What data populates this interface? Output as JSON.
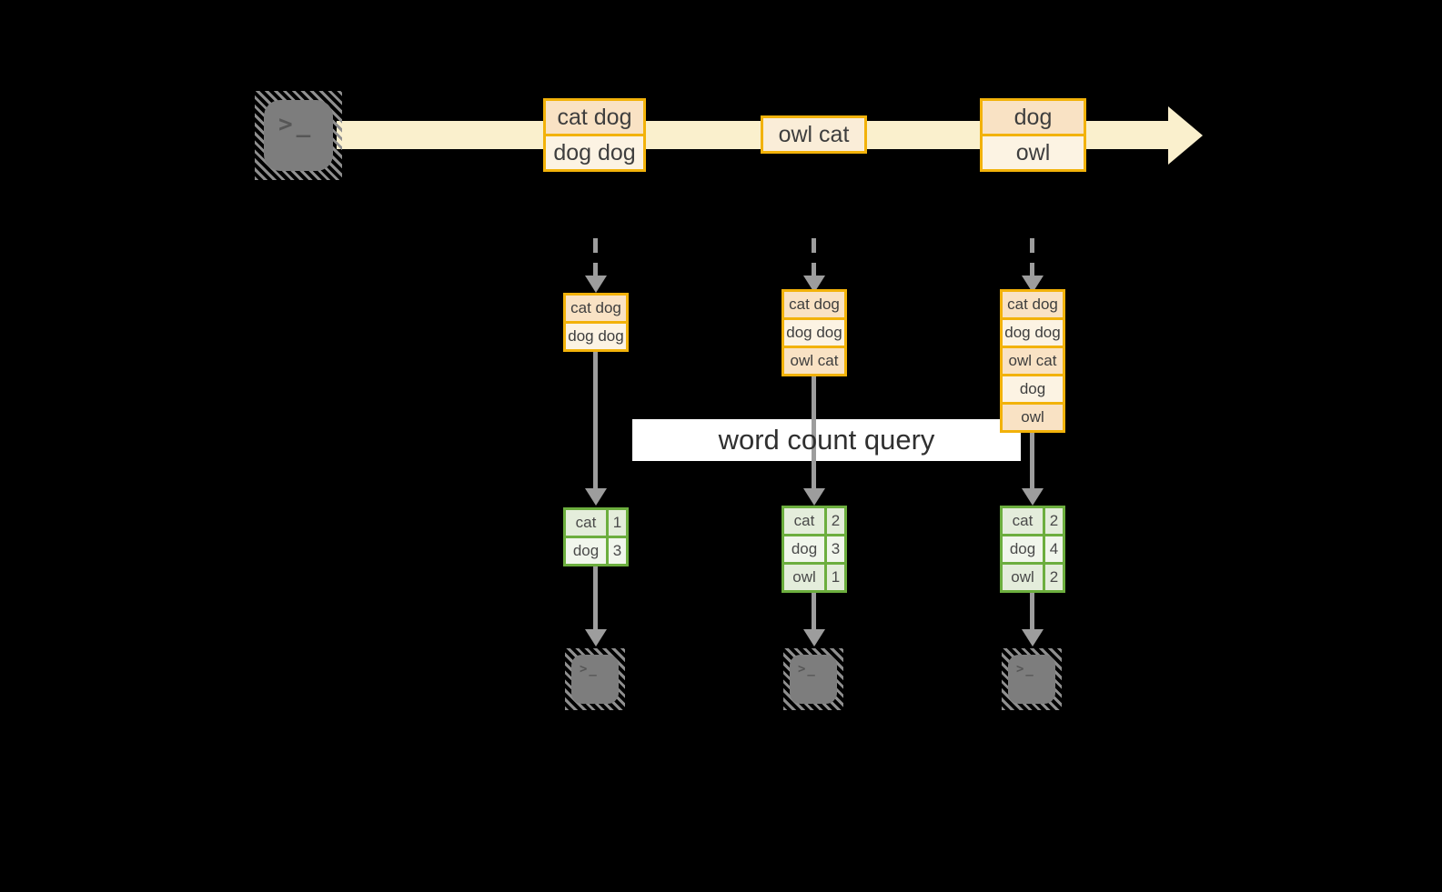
{
  "label": {
    "text": "word count query"
  },
  "icons": {
    "source_terminal": "terminal-icon",
    "output_terminal": "terminal-icon",
    "prompt_glyph": ">_"
  },
  "timeline": {
    "windows": [
      {
        "rows": [
          "cat dog",
          "dog dog"
        ]
      },
      {
        "rows": [
          "owl cat"
        ]
      },
      {
        "rows": [
          "dog",
          "owl"
        ]
      }
    ]
  },
  "columns": [
    {
      "stack": [
        "cat dog",
        "dog dog"
      ],
      "table": [
        {
          "word": "cat",
          "count": "1"
        },
        {
          "word": "dog",
          "count": "3"
        }
      ]
    },
    {
      "stack": [
        "cat dog",
        "dog dog",
        "owl cat"
      ],
      "table": [
        {
          "word": "cat",
          "count": "2"
        },
        {
          "word": "dog",
          "count": "3"
        },
        {
          "word": "owl",
          "count": "1"
        }
      ]
    },
    {
      "stack": [
        "cat dog",
        "dog dog",
        "owl cat",
        "dog",
        "owl"
      ],
      "table": [
        {
          "word": "cat",
          "count": "2"
        },
        {
          "word": "dog",
          "count": "4"
        },
        {
          "word": "owl",
          "count": "2"
        }
      ]
    }
  ],
  "colors": {
    "background": "#000000",
    "timeline_band": "#FAF0CD",
    "record_border": "#F2B20A",
    "record_fill_dark": "#F9E2C4",
    "record_fill_light": "#FCF3E3",
    "table_border": "#6CAE3E",
    "table_fill_dark": "#E4EDDB",
    "table_fill_light": "#F1F6EC",
    "arrow_gray": "#9D9D9D",
    "label_bg": "#FFFFFF",
    "terminal_gray": "#7D7D7D"
  }
}
